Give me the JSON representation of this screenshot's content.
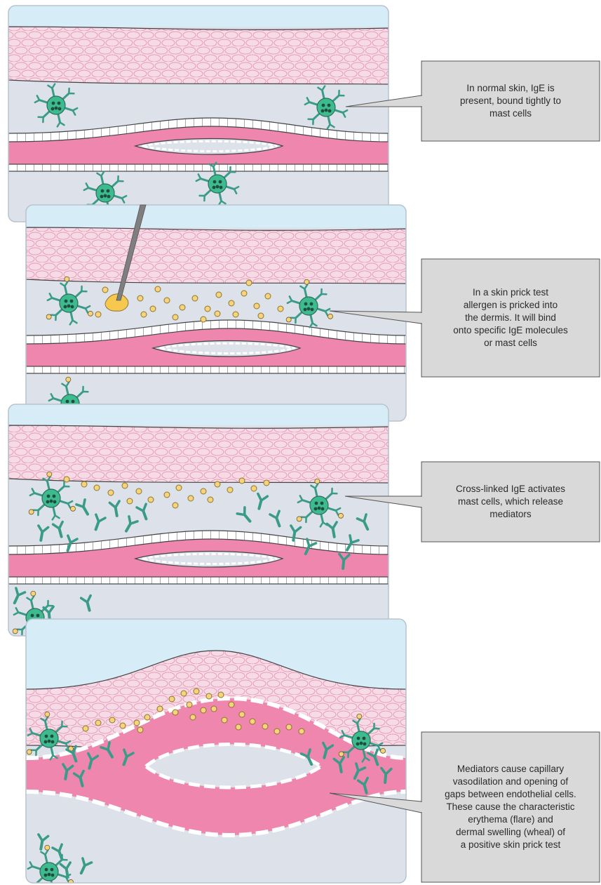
{
  "panels": [
    {
      "id": "normal-skin",
      "caption_lines": [
        "In normal skin, IgE is",
        "present, bound tightly to",
        "mast cells"
      ]
    },
    {
      "id": "skin-prick",
      "caption_lines": [
        "In a skin prick test",
        "allergen is pricked into",
        "the dermis. It will bind",
        "onto specific IgE molecules",
        "or mast cells"
      ]
    },
    {
      "id": "activation",
      "caption_lines": [
        "Cross-linked IgE activates",
        "mast cells, which release",
        "mediators"
      ]
    },
    {
      "id": "wheal-flare",
      "caption_lines": [
        "Mediators cause capillary",
        "vasodilation and opening of",
        "gaps between endothelial cells.",
        "These cause the characteristic",
        "erythema (flare) and",
        "dermal swelling (wheal) of",
        "a positive skin prick test"
      ]
    }
  ],
  "colors": {
    "air": "#d6ecf7",
    "epidermis": "#f6dbe6",
    "epidermis_cell": "#e79bb7",
    "dermis": "#dde2ea",
    "vessel": "#ef86ad",
    "vessel_lumen": "#dde2ea",
    "endothelium": "#ffffff",
    "mast_cell": "#3dbb8e",
    "ige": "#3a9b88",
    "allergen": "#f7d37a",
    "callout_box": "#d9d9d9",
    "needle": "#7f7f7f"
  }
}
